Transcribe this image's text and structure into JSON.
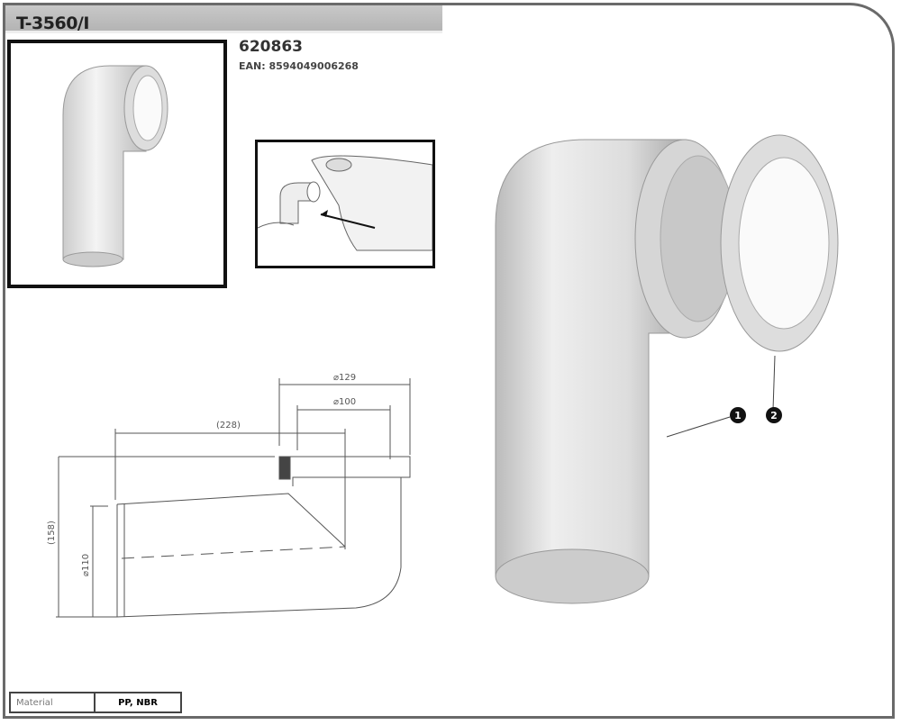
{
  "header": {
    "title": "T-3560/I",
    "code": "620863",
    "ean": "EAN: 8594049006268"
  },
  "dimensions": {
    "d129": "⌀129",
    "d100": "⌀100",
    "len": "(228)",
    "h158": "(158)",
    "d110": "⌀110"
  },
  "callouts": [
    "1",
    "2"
  ],
  "material": {
    "label": "Material",
    "value": "PP, NBR"
  }
}
